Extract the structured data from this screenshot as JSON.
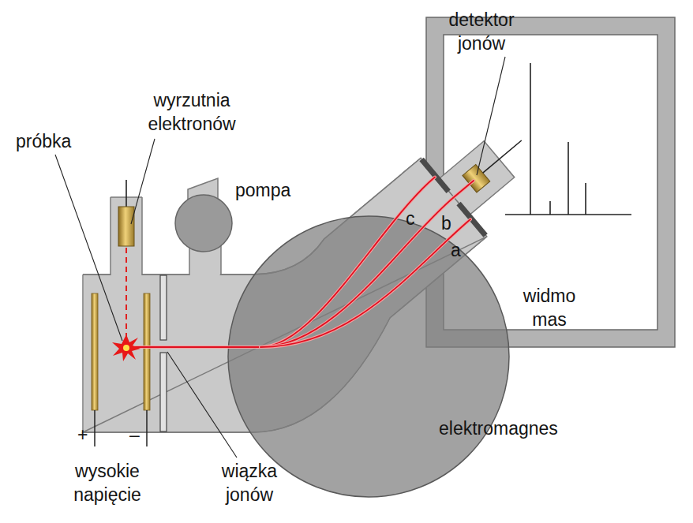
{
  "diagram": {
    "labels": [
      "próbka",
      "wyrzutnia elektronów",
      "pompa",
      "detektor jonów",
      "c",
      "b",
      "a",
      "widmo mas",
      "elektromagnes",
      "+",
      "–",
      "wysokie napięcie",
      "wiązka jonów"
    ]
  }
}
